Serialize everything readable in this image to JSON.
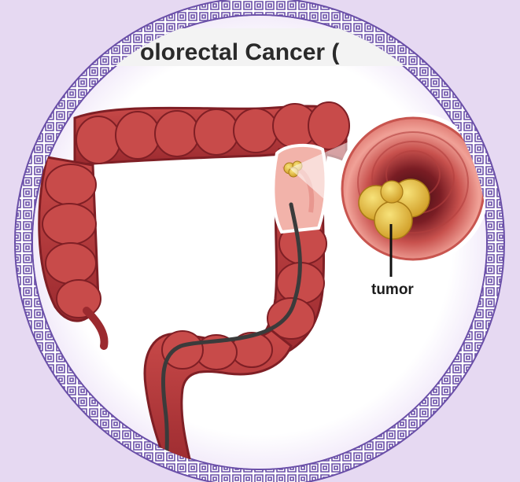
{
  "title": "olorectal Cancer (",
  "annotation": {
    "label": "tumor"
  },
  "icons": {
    "colon": "colon-illustration",
    "tumor_cluster": "tumor-icon",
    "cross_section": "colon-cross-section",
    "endoscope": "endoscope-tube",
    "frame": "ornamental-ring"
  },
  "colors": {
    "background": "#e6d9f2",
    "ring": "#6a4fa8",
    "colon": "#b5363a",
    "colon_shadow": "#7f1f25",
    "tumor": "#e4b73a",
    "tube": "#3b3b3b"
  }
}
